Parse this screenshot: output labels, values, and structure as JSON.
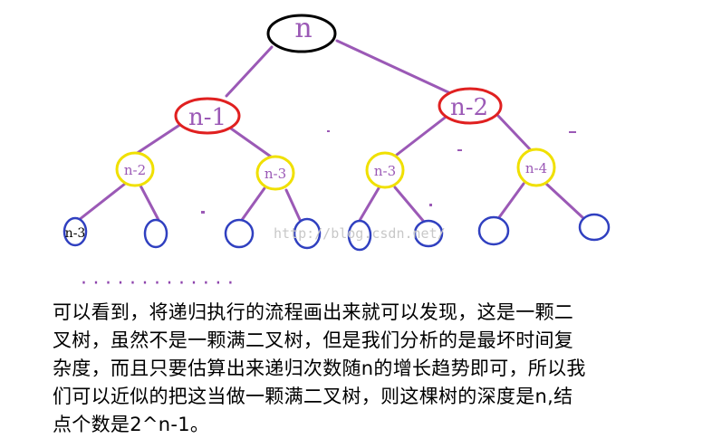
{
  "diagram": {
    "nodes": {
      "root": "n",
      "left": "n-1",
      "right": "n-2",
      "ll": "n-2",
      "lr": "n-3",
      "rl": "n-3",
      "rr": "n-4",
      "leaf1": "n-3"
    },
    "ellipsis": "·············",
    "watermark": "http://blog.csdn.net/"
  },
  "description": {
    "lines": [
      "可以看到，将递归执行的流程画出来就可以发现，这是一颗二",
      "叉树，虽然不是一颗满二叉树，但是我们分析的是最坏时间复",
      "杂度，而且只要估算出来递归次数随n的增长趋势即可，所以我",
      "们可以近似的把这当做一颗满二叉树，则这棵树的深度是n,结",
      "点个数是2^n-1。"
    ]
  },
  "colors": {
    "edge": "#9b59b6",
    "root_ring": "#000000",
    "level1_ring": "#e02020",
    "level2_ring": "#f0e000",
    "leaf_ring": "#3040c0",
    "label": "#9b59b6"
  }
}
